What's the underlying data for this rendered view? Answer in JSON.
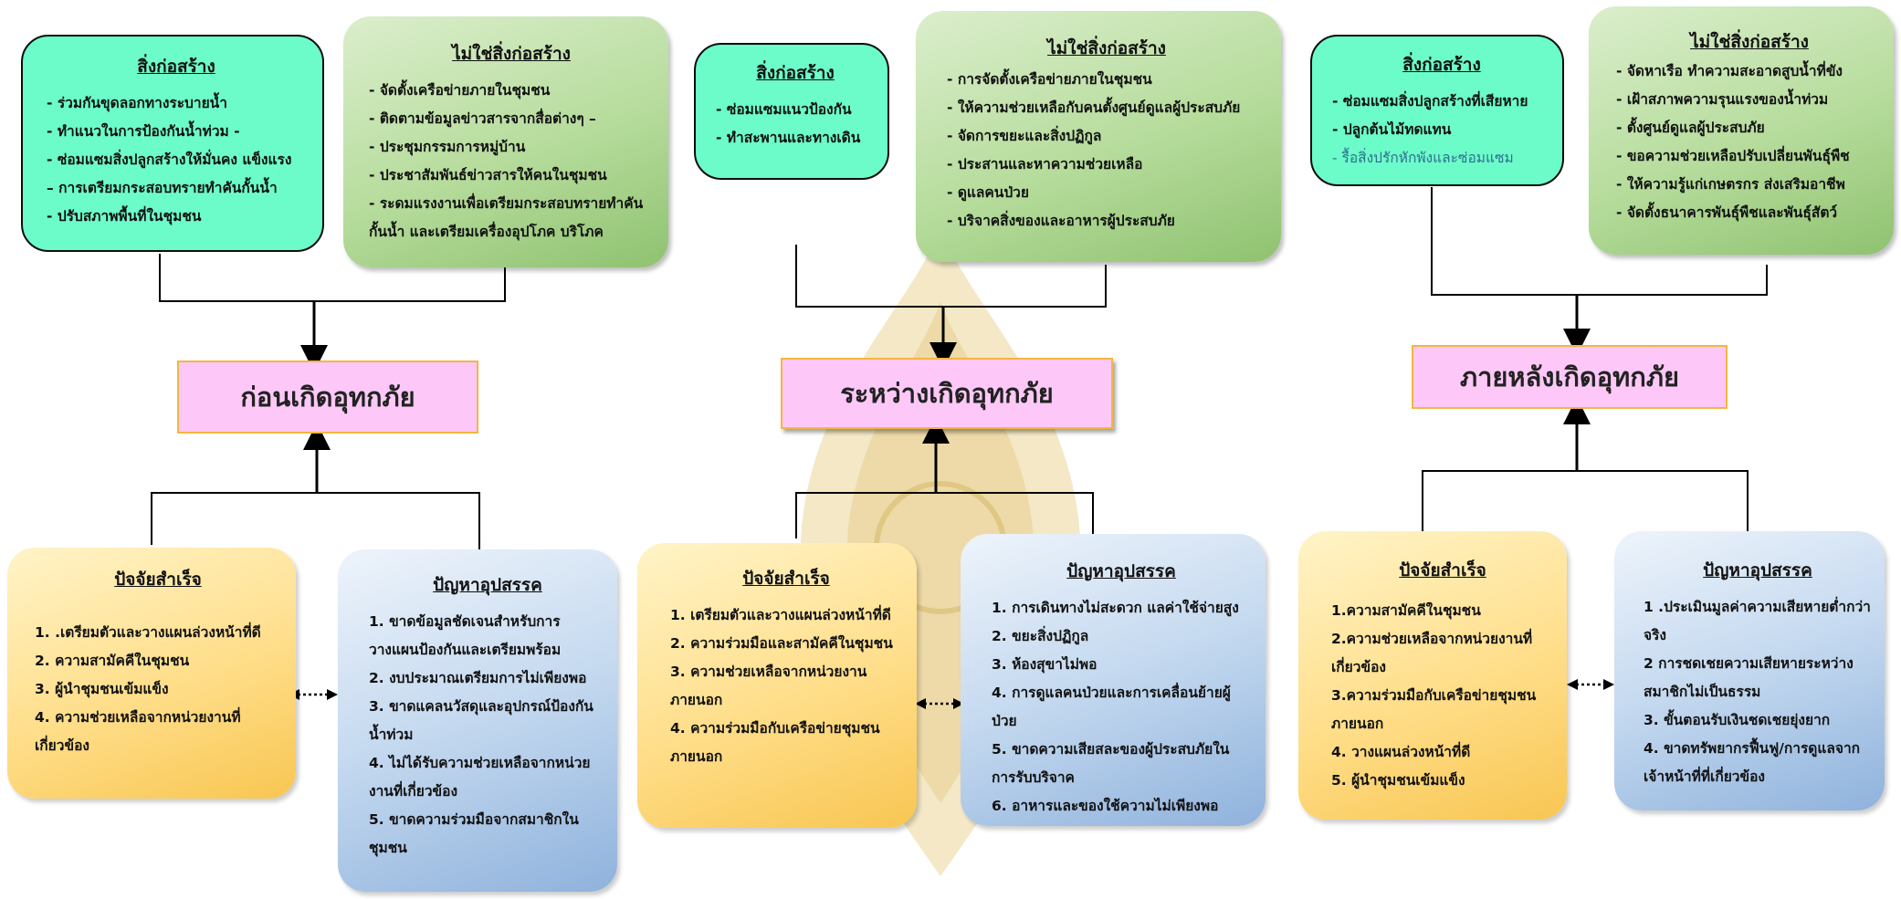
{
  "stages": {
    "before": "ก่อนเกิดอุทกภัย",
    "during": "ระหว่างเกิดอุทกภัย",
    "after": "ภายหลังเกิดอุทกภัย"
  },
  "before": {
    "structural": {
      "title": "สิ่งก่อสร้าง",
      "items": [
        "- ร่วมกันขุดลอกทางระบายน้ำ",
        "- ทำแนวในการป้องกันน้ำท่วม -",
        "- ซ่อมแซมสิ่งปลูกสร้างให้มั่นคง แข็งแรง",
        "– การเตรียมกระสอบทรายทำคันกั้นน้ำ",
        "- ปรับสภาพพื้นที่ในชุมชน"
      ]
    },
    "non_structural": {
      "title": "ไม่ใช่สิ่งก่อสร้าง",
      "items": [
        "- จัดตั้งเครือข่ายภายในชุมชน",
        "- ติดตามข้อมูลข่าวสารจากสื่อต่างๆ –",
        "- ประชุมกรรมการหมู่บ้าน",
        "- ประชาสัมพันธ์ข่าวสารให้คนในชุมชน",
        "- ระดมแรงงานเพื่อเตรียมกระสอบทรายทำคันกั้นน้ำ และเตรียมเครื่องอุปโภค บริโภค"
      ]
    },
    "success": {
      "title": "ปัจจัยสำเร็จ",
      "items": [
        "1. .เตรียมตัวและวางแผนล่วงหน้าที่ดี",
        "2. ความสามัคคีในชุมชน",
        "3. ผู้นำชุมชนเข้มแข็ง",
        "4. ความช่วยเหลือจากหน่วยงานที่เกี่ยวข้อง"
      ]
    },
    "obstacles": {
      "title": "ปัญหาอุปสรรค",
      "items": [
        "1. ขาดข้อมูลชัดเจนสำหรับการวางแผนป้องกันและเตรียมพร้อม",
        "2. งบประมาณเตรียมการไม่เพียงพอ",
        "3. ขาดแคลนวัสดุและอุปกรณ์ป้องกันน้ำท่วม",
        "4. ไม่ได้รับความช่วยเหลือจากหน่วยงานที่เกี่ยวข้อง",
        "5. ขาดความร่วมมือจากสมาชิกในชุมชน"
      ]
    }
  },
  "during": {
    "structural": {
      "title": "สิ่งก่อสร้าง",
      "items": [
        "- ซ่อมแซมแนวป้องกัน",
        "- ทำสะพานและทางเดิน"
      ]
    },
    "non_structural": {
      "title": "ไม่ใช่สิ่งก่อสร้าง",
      "items": [
        "- การจัดตั้งเครือข่ายภายในชุมชน",
        "- ให้ความช่วยเหลือกับคนตั้งศูนย์ดูแลผู้ประสบภัย",
        "- จัดการขยะและสิ่งปฏิกูล",
        "- ประสานและหาความช่วยเหลือ",
        "- ดูแลคนป่วย",
        "- บริจาคสิ่งของและอาหารผู้ประสบภัย"
      ]
    },
    "success": {
      "title": "ปัจจัยสำเร็จ",
      "items": [
        "1. เตรียมตัวและวางแผนล่วงหน้าที่ดี",
        "2. ความร่วมมือและสามัคคีในชุมชน",
        "3. ความช่วยเหลือจากหน่วยงานภายนอก",
        "4. ความร่วมมือกับเครือข่ายชุมชนภายนอก"
      ]
    },
    "obstacles": {
      "title": "ปัญหาอุปสรรค",
      "items": [
        "1. การเดินทางไม่สะดวก แลค่าใช้จ่ายสูง",
        "2. ขยะสิ่งปฏิกูล",
        "3. ห้องสุขาไม่พอ",
        "4. การดูแลคนป่วยและการเคลื่อนย้ายผู้ป่วย",
        "5. ขาดความเสียสละของผู้ประสบภัยในการรับบริจาค",
        "6. อาหารและของใช้ความไม่เพียงพอ"
      ]
    }
  },
  "after": {
    "structural": {
      "title": "สิ่งก่อสร้าง",
      "items": [
        "- ซ่อมแซมสิ่งปลูกสร้างที่เสียหาย",
        "- ปลูกต้นไม้ทดแทน",
        "- รื้อสิ่งปรักหักพังและซ่อมแซม"
      ]
    },
    "non_structural": {
      "title": "ไม่ใช่สิ่งก่อสร้าง",
      "items": [
        "- จัดหาเรือ ทำความสะอาดสูบน้ำที่ขัง",
        "- เฝ้าสภาพความรุนแรงของน้ำท่วม",
        "- ตั้งศูนย์ดูแลผู้ประสบภัย",
        "- ขอความช่วยเหลือปรับเปลี่ยนพันธุ์พืช",
        "- ให้ความรู้แก่เกษตรกร ส่งเสริมอาชีพ",
        "- จัดตั้งธนาคารพันธุ์พืชและพันธุ์สัตว์"
      ]
    },
    "success": {
      "title": "ปัจจัยสำเร็จ",
      "items": [
        "1.ความสามัคคีในชุมชน",
        "2.ความช่วยเหลือจากหน่วยงานที่เกี่ยวข้อง",
        "3.ความร่วมมือกับเครือข่ายชุมชนภายนอก",
        "4. วางแผนล่วงหน้าที่ดี",
        "5. ผู้นำชุมชนเข้มแข็ง"
      ]
    },
    "obstacles": {
      "title": "ปัญหาอุปสรรค",
      "items": [
        "1 .ประเมินมูลค่าความเสียหายต่ำกว่าจริง",
        "2 การชดเชยความเสียหายระหว่างสมาชิกไม่เป็นธรรม",
        "3. ขั้นตอนรับเงินชดเชยยุ่งยาก",
        "4. ขาดทรัพยากรฟื้นฟู/การดูแลจากเจ้าหน้าที่ที่เกี่ยวข้อง"
      ]
    }
  }
}
